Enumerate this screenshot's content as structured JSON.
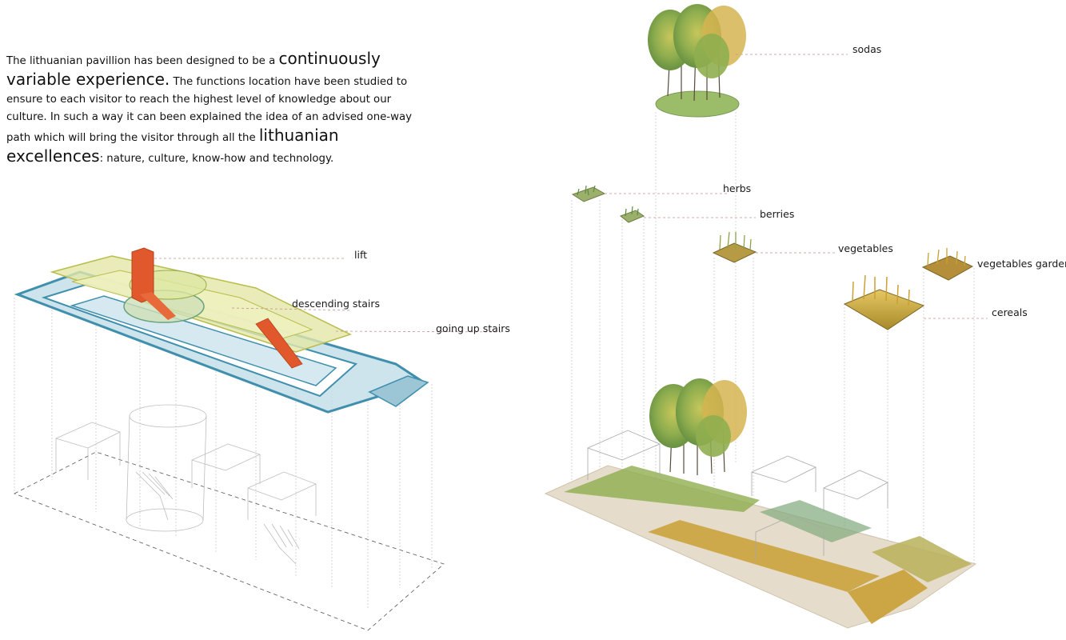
{
  "intro": {
    "p1": "The lithuanian pavillion has been designed to be a ",
    "e1": "continuously variable experience.",
    "p2": " The functions location have been studied to ensure to each visitor to reach the highest level of knowledge about our culture. In such a way it can been explained the idea of an advised one-way path which will bring the visitor through all the ",
    "e2": "lithuanian excellences",
    "p3": ": nature, culture, know-how and technology."
  },
  "labels": {
    "lift": "lift",
    "descending_stairs": "descending stairs",
    "going_up_stairs": "going up stairs",
    "sodas": "sodas",
    "herbs": "herbs",
    "berries": "berries",
    "vegetables": "vegetables",
    "vegetables_garden": "vegetables garden",
    "cereals": "cereals"
  },
  "colors": {
    "corridor_blue": "#6aa8bf",
    "blue_fill": "#bcdbe6",
    "floor_yellow": "#e3e7a8",
    "lift_orange": "#e2582d",
    "wire_grey": "#b8b8b8",
    "leader_red": "#d9a3a3",
    "tree_green": "#6f9a4a",
    "tree_yellow": "#d8b54a",
    "cereal_gold": "#c9a035",
    "path_beige": "#e6dccb"
  }
}
